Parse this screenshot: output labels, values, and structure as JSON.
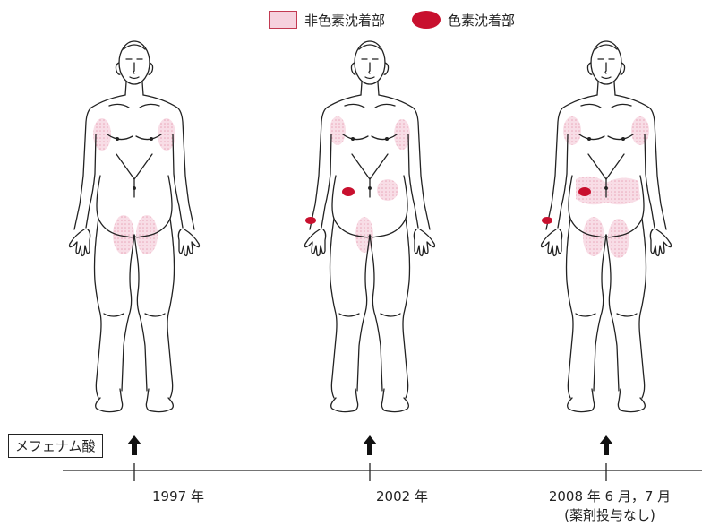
{
  "legend": {
    "nonpigmented_label": "非色素沈着部",
    "pigmented_label": "色素沈着部",
    "nonpigmented_color": "#f6d2de",
    "nonpigmented_border": "#c23a52",
    "pigmented_color": "#c8102e"
  },
  "drug_label": "メフェナム酸",
  "timeline": [
    {
      "date": "1997 年",
      "note": ""
    },
    {
      "date": "2002 年",
      "note": ""
    },
    {
      "date": "2008 年 6 月，7 月",
      "note": "(薬剤投与なし)"
    }
  ],
  "icons": {
    "arrow": "up-arrow-icon"
  }
}
